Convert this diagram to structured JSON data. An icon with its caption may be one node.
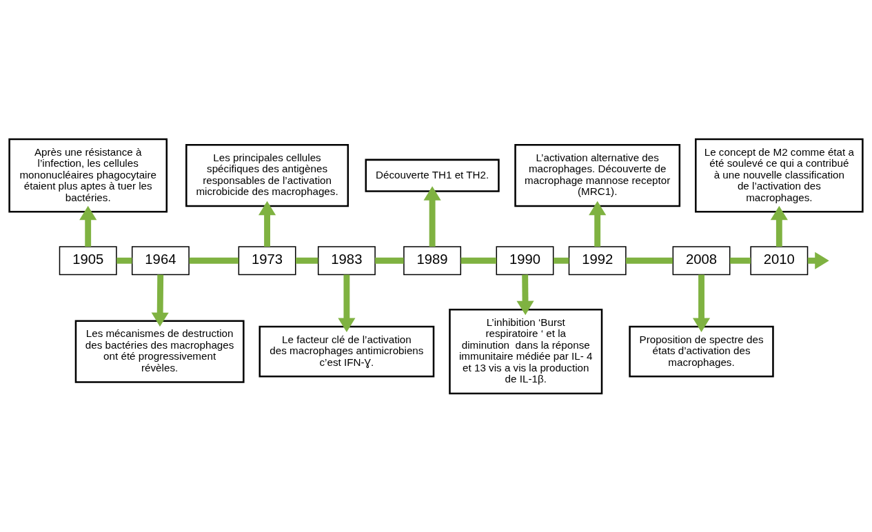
{
  "diagram": {
    "nodes": [
      {
        "text": [
          "Après une résistance à l’infection, les cellules mononucléaires phagocytaire étaient plus aptes à tuer les bactéries."
        ]
      },
      {
        "text": [
          "Les principales cellules spécifiques des antigènes responsables de l’activation microbicide des macrophages."
        ]
      },
      {
        "text": [
          "Découverte TH1 et TH2."
        ]
      },
      {
        "text": [
          "L’activation alternative des macrophages. Découverte de macrophage mannose receptor (MRC1)."
        ]
      },
      {
        "text": [
          "Le concept de M2 comme état a été soulevé ce qui a contribué à une nouvelle classification de l’activation des macrophages."
        ]
      },
      {
        "text": [
          "1905"
        ]
      },
      {
        "text": [
          "1964"
        ]
      },
      {
        "text": [
          "1973"
        ]
      },
      {
        "text": [
          "1983"
        ]
      },
      {
        "text": [
          "1989"
        ]
      },
      {
        "text": [
          "1990"
        ]
      },
      {
        "text": [
          "1992"
        ]
      },
      {
        "text": [
          "2008"
        ]
      },
      {
        "text": [
          "2010"
        ]
      },
      {
        "text": [
          "Les mécanismes de destruction des bactéries des macrophages ont été progressivement révèles."
        ]
      },
      {
        "text": [
          "Le facteur clé de l’activation des macrophages antimicrobiens c’est IFN-Ɣ."
        ]
      },
      {
        "text": [
          "L’inhibition ‘Burst respiratoire ‘ et la diminution  dans la réponse immunitaire médiée par IL- 4 et 13 vis a vis la production de IL-1β."
        ]
      },
      {
        "text": [
          "Proposition de spectre des états d’activation des macrophages."
        ]
      }
    ],
    "edges": [
      {
        "from": 5,
        "to": 6,
        "arrow": "none"
      },
      {
        "from": 6,
        "to": 7,
        "arrow": "none"
      },
      {
        "from": 7,
        "to": 8,
        "arrow": "none"
      },
      {
        "from": 8,
        "to": 9,
        "arrow": "none"
      },
      {
        "from": 9,
        "to": 10,
        "arrow": "none"
      },
      {
        "from": 10,
        "to": 11,
        "arrow": "none"
      },
      {
        "from": 11,
        "to": 12,
        "arrow": "none"
      },
      {
        "from": 12,
        "to": 13,
        "arrow": "none"
      },
      {
        "from": 13,
        "to": null,
        "arrow": "to"
      },
      {
        "from": 5,
        "to": 0,
        "arrow": "to"
      },
      {
        "from": 7,
        "to": 1,
        "arrow": "to"
      },
      {
        "from": 9,
        "to": 2,
        "arrow": "to"
      },
      {
        "from": 11,
        "to": 3,
        "arrow": "to"
      },
      {
        "from": 13,
        "to": 4,
        "arrow": "to"
      },
      {
        "from": 6,
        "to": 14,
        "arrow": "to"
      },
      {
        "from": 8,
        "to": 15,
        "arrow": "to"
      },
      {
        "from": 10,
        "to": 16,
        "arrow": "to"
      },
      {
        "from": 12,
        "to": 17,
        "arrow": "to"
      }
    ]
  }
}
